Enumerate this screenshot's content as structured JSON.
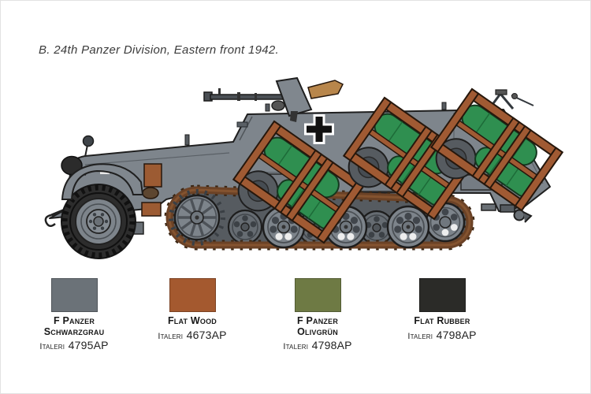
{
  "title": {
    "text": "B. 24th Panzer Division, Eastern front 1942."
  },
  "illustration": {
    "subject": "German Sd.Kfz. 251 halftrack with Wurfrahmen 40 rocket frames, left side view",
    "marking": "Balkenkreuz cross on hull side",
    "colors": {
      "hull_gray": "#7e858c",
      "hull_dark": "#6a7076",
      "outline": "#1f1f1f",
      "track_brown": "#6b4226",
      "frame_wood": "#a05a33",
      "rocket_green": "#2f8f50",
      "tire_black": "#2d2d2d",
      "gun_stock_tan": "#b8864b",
      "cross_black": "#111111",
      "cross_white": "#ffffff"
    }
  },
  "swatches": [
    {
      "name_line1": "F Panzer",
      "name_line2": "Schwarzgrau",
      "brand": "Italeri",
      "code": "4795AP",
      "color": "#6b7278"
    },
    {
      "name_line1": "Flat Wood",
      "name_line2": "",
      "brand": "Italeri",
      "code": "4673AP",
      "color": "#a4592f"
    },
    {
      "name_line1": "F Panzer",
      "name_line2": "Olivgrün",
      "brand": "Italeri",
      "code": "4798AP",
      "color": "#6e7a44"
    },
    {
      "name_line1": "Flat Rubber",
      "name_line2": "",
      "brand": "Italeri",
      "code": "4798AP",
      "color": "#2b2b28"
    }
  ]
}
